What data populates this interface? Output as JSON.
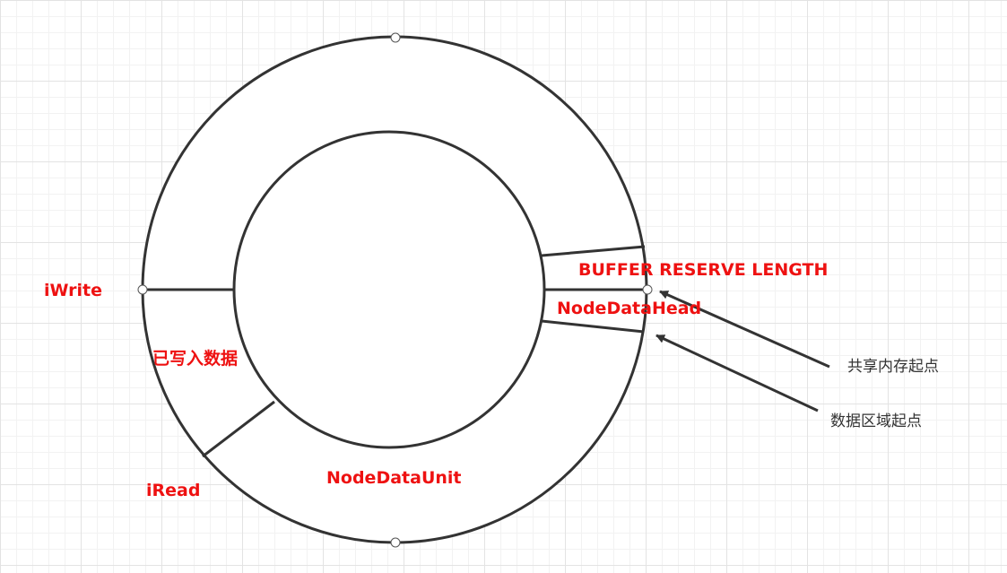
{
  "diagram": {
    "labels": {
      "buffer_reserve_length": "BUFFER  RESERVE  LENGTH",
      "node_data_head": "NodeDataHead",
      "i_write": "iWrite",
      "written_data": "已写入数据",
      "i_read": "iRead",
      "node_data_unit": "NodeDataUnit",
      "shared_memory_start": "共享内存起点",
      "data_area_start": "数据区域起点"
    },
    "colors": {
      "stroke": "#333333",
      "label_red": "#ee1111",
      "label_gray": "#333333"
    }
  }
}
